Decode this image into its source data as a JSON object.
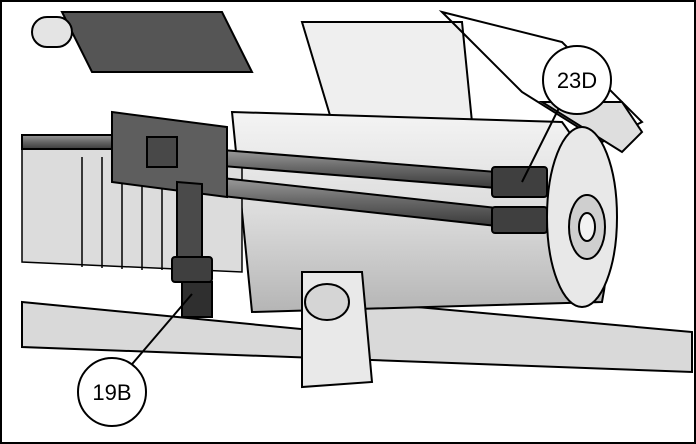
{
  "callouts": [
    {
      "id": "23D",
      "label": "23D"
    },
    {
      "id": "19B",
      "label": "19B"
    }
  ],
  "colors": {
    "frame": "#000000",
    "body_light": "#e6e6e6",
    "body_mid": "#c8c8c8",
    "body_dark": "#8a8a8a",
    "wire": "#5a5a5a",
    "connector": "#3a3a3a"
  }
}
